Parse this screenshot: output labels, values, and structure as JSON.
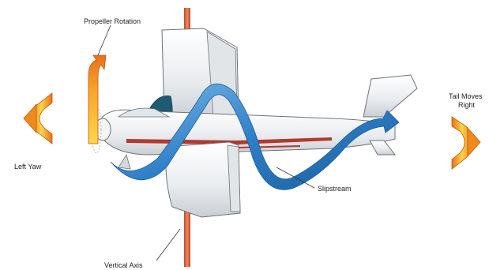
{
  "labels": {
    "propeller_rotation": "Propeller Rotation",
    "left_yaw": "Left Yaw",
    "tail_moves_line1": "Tail Moves",
    "tail_moves_line2": "Right",
    "slipstream": "Slipstream",
    "vertical_axis": "Vertical Axis"
  },
  "colors": {
    "slipstream_blue": "#2f7fc7",
    "slipstream_light": "#7ab8e8",
    "arrow_orange": "#f08a1c",
    "arrow_yellow": "#ffd64a",
    "axis_rod": "#e2673f",
    "aircraft_body": "#eef0f2",
    "aircraft_outline": "#6e7379",
    "stripe": "#b03a2e"
  }
}
